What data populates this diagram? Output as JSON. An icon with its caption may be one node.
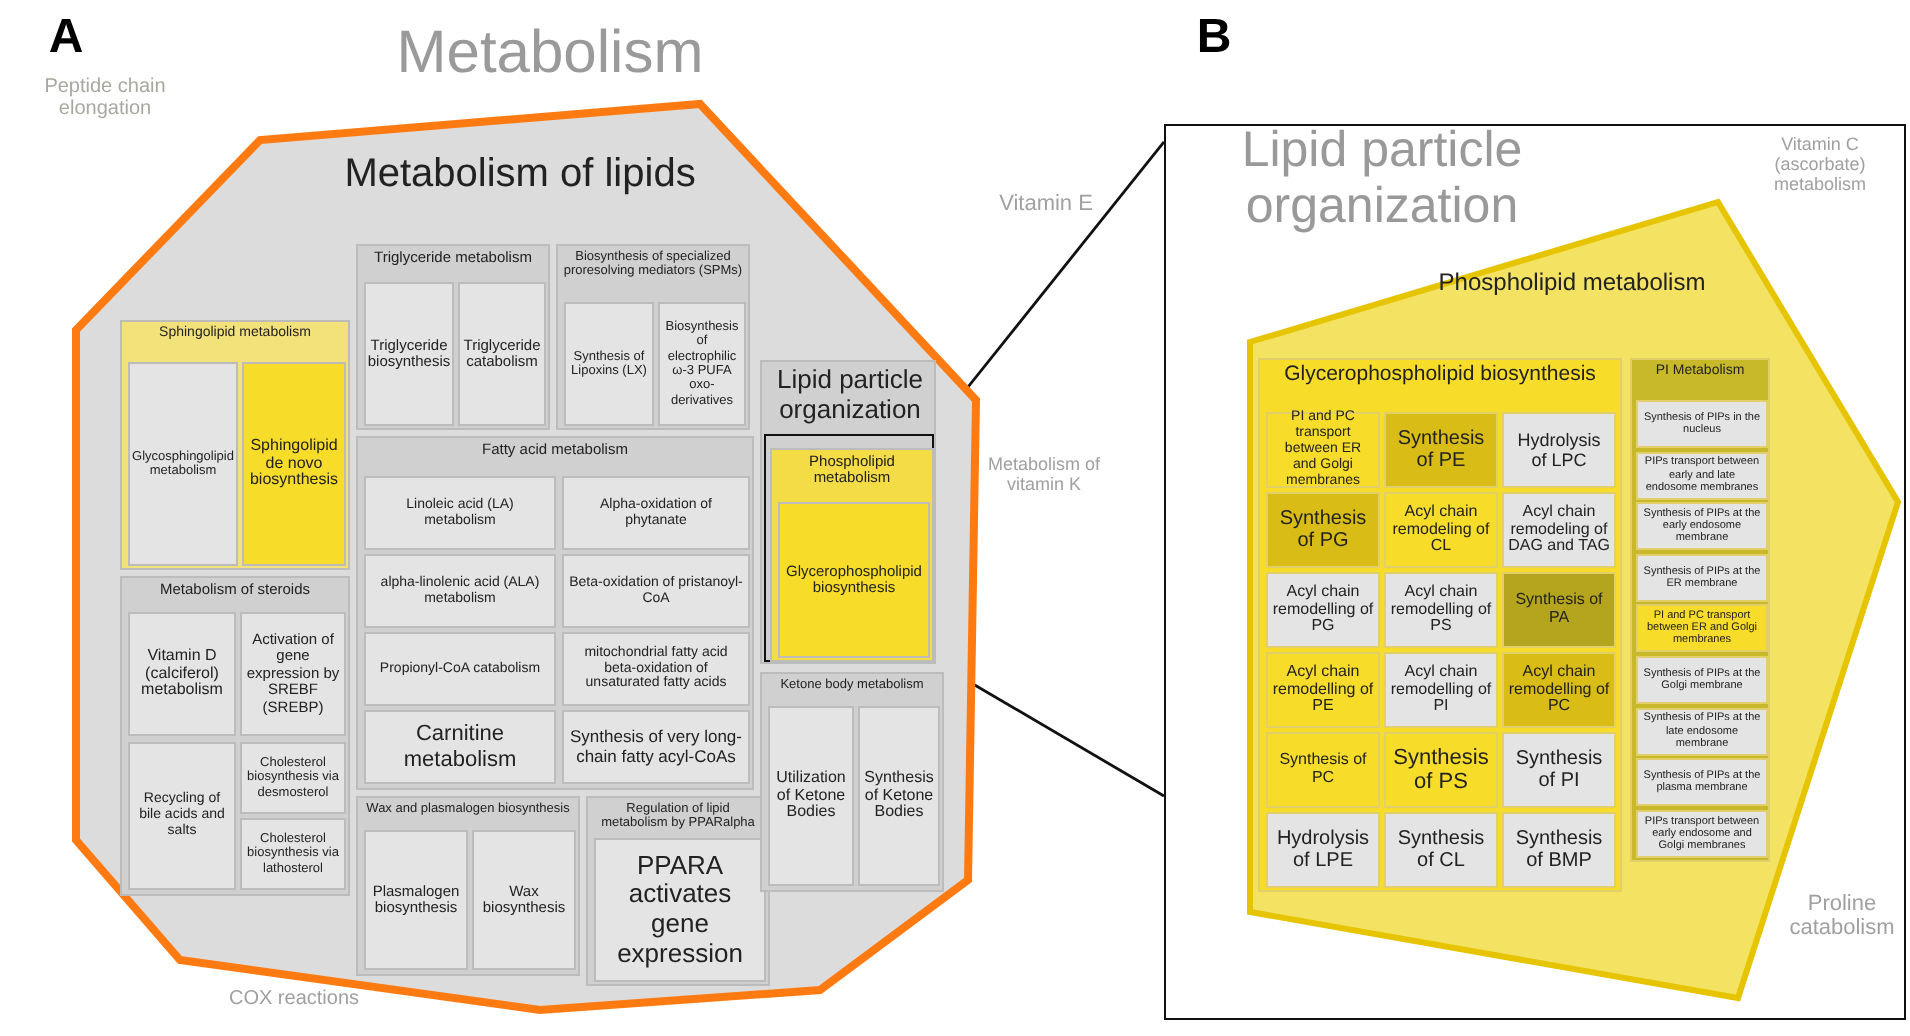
{
  "diagram": {
    "nodes": [
      {
        "text": [
          "Metabolism of lipids"
        ]
      },
      {
        "text": [
          "Sphingolipid metabolism"
        ],
        "in": 0
      },
      {
        "text": [
          "Glycosphingolipid metabolism"
        ],
        "in": 1
      },
      {
        "text": [
          "Sphingolipid de novo biosynthesis"
        ],
        "in": 1
      },
      {
        "text": [
          "Triglyceride metabolism"
        ],
        "in": 0
      },
      {
        "text": [
          "Triglyceride biosynthesis"
        ],
        "in": 4
      },
      {
        "text": [
          "Triglyceride catabolism"
        ],
        "in": 4
      },
      {
        "text": [
          "Biosynthesis of specialized proresolving mediators (SPMs)"
        ],
        "in": 0
      },
      {
        "text": [
          "Synthesis of Lipoxins (LX)"
        ],
        "in": 7
      },
      {
        "text": [
          "Biosynthesis of electrophilic ω-3 PUFA oxo-derivatives"
        ],
        "in": 7
      },
      {
        "text": [
          "Lipid particle organization"
        ],
        "in": 0
      },
      {
        "text": [
          "Phospholipid metabolism"
        ],
        "in": 36
      },
      {
        "text": [
          "Glycerophospholipid biosynthesis"
        ],
        "in": 11
      },
      {
        "text": [
          "Fatty acid metabolism"
        ],
        "in": 0
      },
      {
        "text": [
          "Linoleic acid (LA) metabolism"
        ],
        "in": 13
      },
      {
        "text": [
          "Alpha-oxidation of phytanate"
        ],
        "in": 13
      },
      {
        "text": [
          "alpha-linolenic acid (ALA) metabolism"
        ],
        "in": 13
      },
      {
        "text": [
          "Beta-oxidation of pristanoyl-CoA"
        ],
        "in": 13
      },
      {
        "text": [
          "Propionyl-CoA catabolism"
        ],
        "in": 13
      },
      {
        "text": [
          "mitochondrial fatty acid beta-oxidation of unsaturated fatty acids"
        ],
        "in": 13
      },
      {
        "text": [
          "Carnitine metabolism"
        ],
        "in": 13
      },
      {
        "text": [
          "Synthesis of very long-chain fatty acyl-CoAs"
        ],
        "in": 13
      },
      {
        "text": [
          "Metabolism of steroids"
        ],
        "in": 0
      },
      {
        "text": [
          "Vitamin D (calciferol) metabolism"
        ],
        "in": 22
      },
      {
        "text": [
          "Activation of gene expression by SREBF (SREBP)"
        ],
        "in": 22
      },
      {
        "text": [
          "Recycling of bile acids and salts"
        ],
        "in": 22
      },
      {
        "text": [
          "Cholesterol biosynthesis via desmosterol"
        ],
        "in": 22
      },
      {
        "text": [
          "Cholesterol biosynthesis via lathosterol"
        ],
        "in": 22
      },
      {
        "text": [
          "Wax and plasmalogen biosynthesis"
        ],
        "in": 0
      },
      {
        "text": [
          "Plasmalogen biosynthesis"
        ],
        "in": 28
      },
      {
        "text": [
          "Wax biosynthesis"
        ],
        "in": 28
      },
      {
        "text": [
          "Regulation of lipid metabolism by PPARalpha"
        ],
        "in": 0
      },
      {
        "text": [
          "PPARA activates gene expression"
        ],
        "in": 31
      },
      {
        "text": [
          "Ketone body metabolism"
        ],
        "in": 0
      },
      {
        "text": [
          "Utilization of Ketone Bodies"
        ],
        "in": 33
      },
      {
        "text": [
          "Synthesis of Ketone Bodies"
        ],
        "in": 33
      },
      {
        "text": [],
        "shape": "box",
        "in": 10
      },
      {
        "text": [],
        "shape": "box"
      },
      {
        "text": [
          "Phospholipid metabolism"
        ],
        "in": 37
      },
      {
        "text": [
          "Glycerophospholipid biosynthesis"
        ],
        "in": 38
      },
      {
        "text": [
          "PI and PC transport between ER and Golgi membranes"
        ],
        "in": 39
      },
      {
        "text": [
          "Synthesis of PE"
        ],
        "in": 39
      },
      {
        "text": [
          "Hydrolysis of LPC"
        ],
        "in": 39
      },
      {
        "text": [
          "Synthesis of PG"
        ],
        "in": 39
      },
      {
        "text": [
          "Acyl chain remodeling of CL"
        ],
        "in": 39
      },
      {
        "text": [
          "Acyl chain remodeling of DAG and TAG"
        ],
        "in": 39
      },
      {
        "text": [
          "Acyl chain remodelling of PG"
        ],
        "in": 39
      },
      {
        "text": [
          "Acyl chain remodelling of PS"
        ],
        "in": 39
      },
      {
        "text": [
          "Synthesis of PA"
        ],
        "in": 39
      },
      {
        "text": [
          "Acyl chain remodelling of PE"
        ],
        "in": 39
      },
      {
        "text": [
          "Acyl chain remodelling of PI"
        ],
        "in": 39
      },
      {
        "text": [
          "Acyl chain remodelling of PC"
        ],
        "in": 39
      },
      {
        "text": [
          "Synthesis of PC"
        ],
        "in": 39
      },
      {
        "text": [
          "Synthesis of PS"
        ],
        "in": 39
      },
      {
        "text": [
          "Synthesis of PI"
        ],
        "in": 39
      },
      {
        "text": [
          "Hydrolysis of LPE"
        ],
        "in": 39
      },
      {
        "text": [
          "Synthesis of CL"
        ],
        "in": 39
      },
      {
        "text": [
          "Synthesis of BMP"
        ],
        "in": 39
      },
      {
        "text": [
          "PI Metabolism"
        ],
        "in": 38
      },
      {
        "text": [
          "Synthesis of PIPs in the nucleus"
        ],
        "in": 58
      },
      {
        "text": [
          "PIPs transport between early and late endosome membranes"
        ],
        "in": 58
      },
      {
        "text": [
          "Synthesis of PIPs at the early endosome membrane"
        ],
        "in": 58
      },
      {
        "text": [
          "Synthesis of PIPs at the ER membrane"
        ],
        "in": 58
      },
      {
        "text": [
          "PI and PC transport between ER and Golgi membranes"
        ],
        "in": 58
      },
      {
        "text": [
          "Synthesis of PIPs at the Golgi membrane"
        ],
        "in": 58
      },
      {
        "text": [
          "Synthesis of PIPs at the late endosome membrane"
        ],
        "in": 58
      },
      {
        "text": [
          "Synthesis of PIPs at the plasma membrane"
        ],
        "in": 58
      },
      {
        "text": [
          "PIPs transport between early endosome and Golgi membranes"
        ],
        "in": 58
      }
    ],
    "edges": [
      {
        "from": 36,
        "to": 37,
        "arrow": "none"
      },
      {
        "from": 36,
        "to": 37,
        "arrow": "none"
      }
    ],
    "labels": [
      "A",
      "B",
      "Metabolism",
      "Peptide chain elongation",
      "Vitamin E",
      "Metabolism of vitamin K",
      "COX reactions",
      "Lipid particle organization",
      "Vitamin C (ascorbate) metabolism",
      "Proline catabolism"
    ]
  }
}
